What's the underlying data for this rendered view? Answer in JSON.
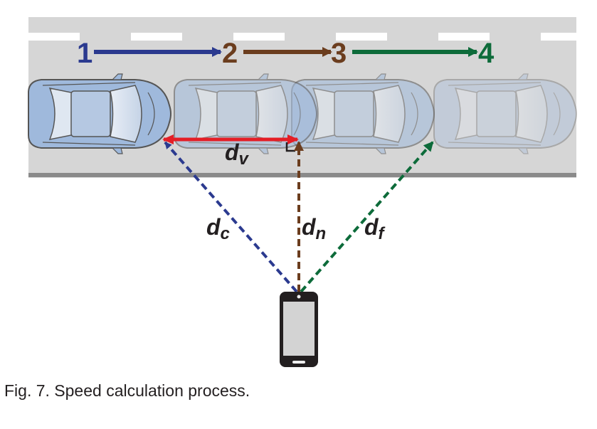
{
  "figure": {
    "positions": [
      {
        "label": "1",
        "color": "#2b3a8f"
      },
      {
        "label": "2",
        "color": "#6b3d1e"
      },
      {
        "label": "3",
        "color": "#6b3d1e"
      },
      {
        "label": "4",
        "color": "#0d6b3a"
      }
    ],
    "distances": {
      "dv": {
        "base": "d",
        "sub": "v",
        "color": "#e41e26"
      },
      "dc": {
        "base": "d",
        "sub": "c",
        "color": "#2b3a8f"
      },
      "dn": {
        "base": "d",
        "sub": "n",
        "color": "#6b3d1e"
      },
      "df": {
        "base": "d",
        "sub": "f",
        "color": "#0d6b3a"
      }
    },
    "colors": {
      "road": "#d6d6d6",
      "lane_marking": "#ffffff",
      "car_body": "#9fb9dc"
    }
  },
  "caption": "Fig. 7. Speed calculation process."
}
